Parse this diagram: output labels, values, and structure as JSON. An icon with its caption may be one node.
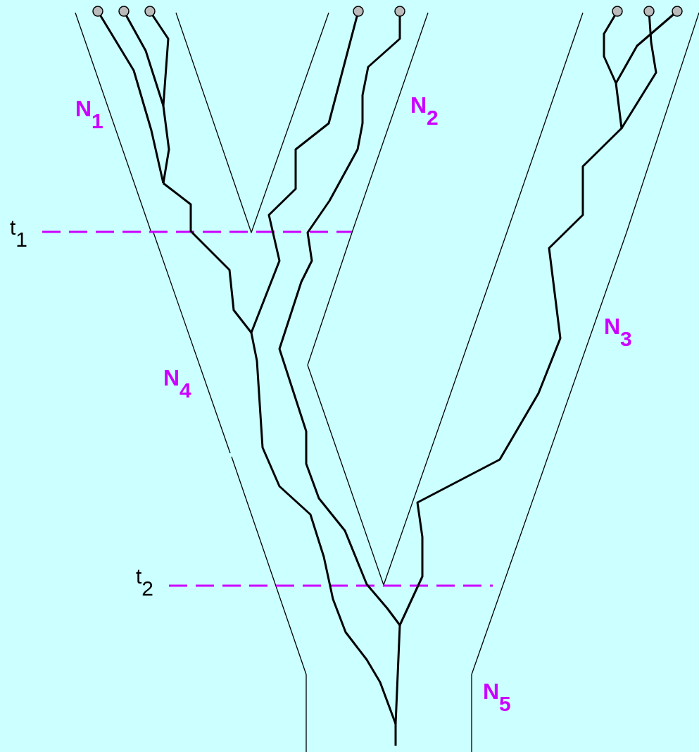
{
  "diagram": {
    "labels": [
      "N$_{1}$",
      "N$_{2}$",
      "t$_{1}$",
      "N$_{3}$",
      "N$_{4}$",
      "t$_{2}$",
      "N$_{5}$"
    ]
  }
}
